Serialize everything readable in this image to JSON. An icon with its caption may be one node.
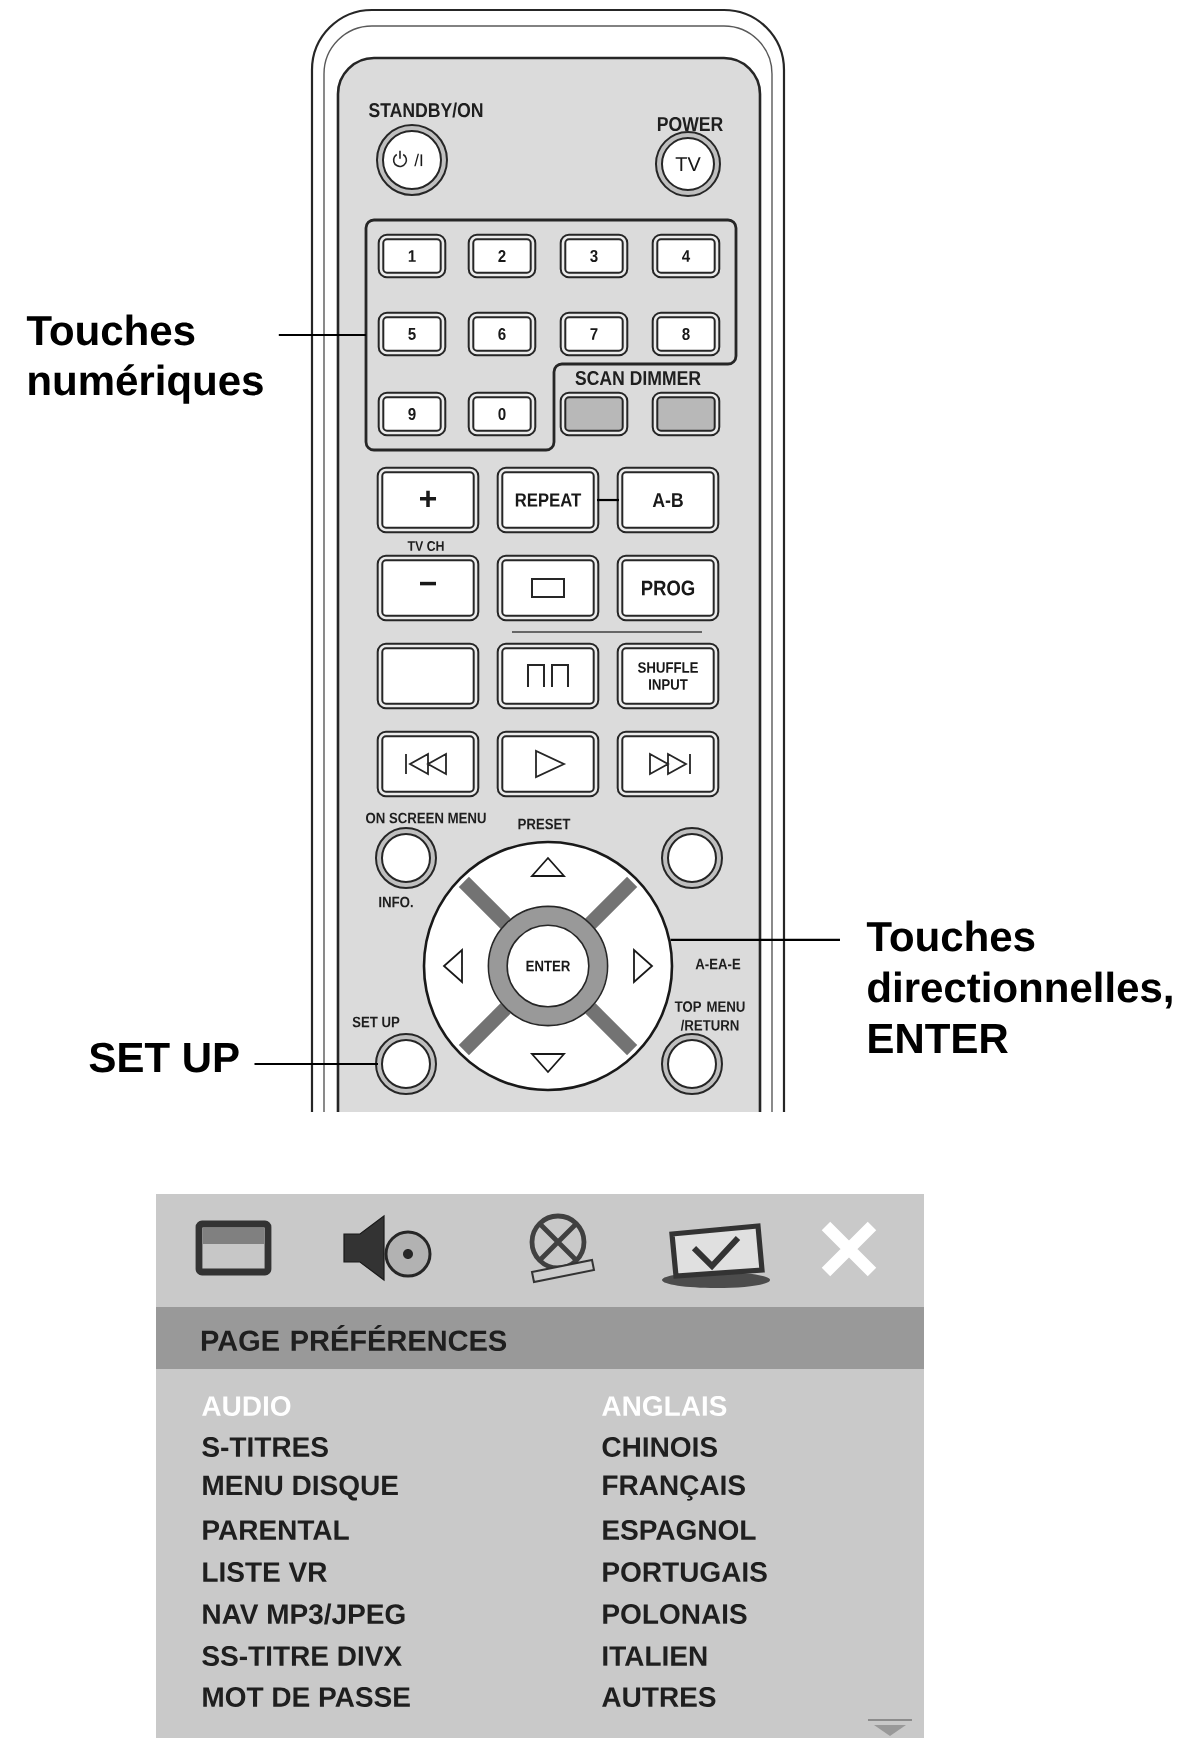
{
  "diagram": {
    "nodes": [
      {
        "text": [
          "Touches numériques"
        ]
      },
      {
        "text": [
          "/I"
        ],
        "beside": [
          "STANDBY/ON"
        ]
      },
      {
        "text": [
          "TV"
        ],
        "beside": [
          "POWER"
        ]
      },
      {
        "text": [],
        "shape": "box"
      },
      {
        "text": [
          "1"
        ],
        "in": 3
      },
      {
        "text": [
          "2"
        ],
        "in": 3
      },
      {
        "text": [
          "3"
        ],
        "in": 3
      },
      {
        "text": [
          "4"
        ],
        "in": 3
      },
      {
        "text": [
          "5"
        ],
        "in": 3
      },
      {
        "text": [
          "6"
        ],
        "in": 3
      },
      {
        "text": [
          "7"
        ],
        "in": 3
      },
      {
        "text": [
          "8"
        ],
        "in": 3
      },
      {
        "text": [
          "9"
        ],
        "in": 3
      },
      {
        "text": [
          "0"
        ],
        "in": 3
      },
      {
        "text": [],
        "shape": "box"
      },
      {
        "text": [],
        "shape": "box"
      },
      {
        "text": [
          "+"
        ]
      },
      {
        "text": [
          "REPEAT"
        ]
      },
      {
        "text": [
          "A-B"
        ]
      },
      {
        "text": [
          "−"
        ]
      },
      {
        "text": [],
        "shape": "box"
      },
      {
        "text": [
          "PROG"
        ]
      },
      {
        "text": [],
        "shape": "box"
      },
      {
        "text": [],
        "shape": "box"
      },
      {
        "text": [
          "SHUFFLE INPUT"
        ]
      },
      {
        "text": [],
        "shape": "box"
      },
      {
        "text": [],
        "shape": "box"
      },
      {
        "text": [],
        "shape": "box"
      },
      {
        "text": [],
        "shape": "circle",
        "beside": [
          "ON SCREEN MENU",
          "INFO."
        ]
      },
      {
        "text": [],
        "shape": "circle"
      },
      {
        "text": [],
        "shape": "circle",
        "beside": [
          "PRESET"
        ]
      },
      {
        "text": [
          "ENTER"
        ],
        "in": 30
      },
      {
        "text": [
          "Touches directionnelles, ENTER"
        ]
      },
      {
        "text": [
          "SET UP"
        ]
      },
      {
        "text": [],
        "shape": "circle",
        "beside": [
          "SET UP"
        ]
      },
      {
        "text": [],
        "shape": "circle",
        "beside": [
          "TOP MENU /RETURN"
        ]
      },
      {
        "text": [],
        "shape": "box"
      },
      {
        "text": [
          "PAGE PRÉFÉRENCES"
        ],
        "in": 36
      }
    ],
    "edges": [
      {
        "from": 0,
        "to": 3,
        "arrow": "none"
      },
      {
        "from": 17,
        "to": 18,
        "arrow": "none"
      },
      {
        "from": 32,
        "to": 30,
        "arrow": "none"
      },
      {
        "from": 33,
        "to": 34,
        "arrow": "none"
      }
    ],
    "labels": [
      "SCAN DIMMER",
      "TV CH",
      "A-EA-E",
      "AUDIO",
      "ANGLAIS",
      "S-TITRES",
      "CHINOIS",
      "MENU DISQUE",
      "FRANÇAIS",
      "PARENTAL",
      "ESPAGNOL",
      "LISTE VR",
      "PORTUGAIS",
      "NAV MP3/JPEG",
      "POLONAIS",
      "SS-TITRE DIVX",
      "ITALIEN",
      "MOT DE PASSE",
      "AUTRES"
    ]
  }
}
